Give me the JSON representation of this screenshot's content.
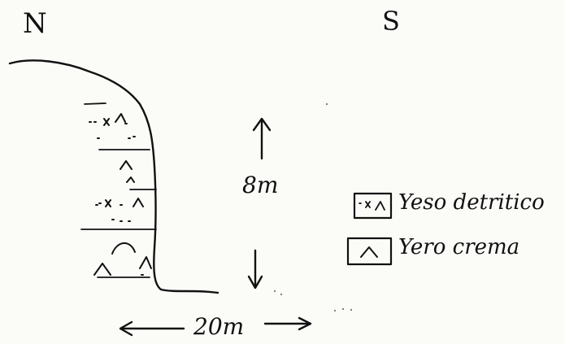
{
  "orientation": {
    "north": "N",
    "south": "S"
  },
  "scale": {
    "height": "8m",
    "width": "20m"
  },
  "legend": [
    {
      "label": "Yeso detritico",
      "symbol": "dotted-cross"
    },
    {
      "label": "Yero crema",
      "symbol": "caret"
    }
  ],
  "colors": {
    "ink": "#111111",
    "paper": "#fbfbf8"
  }
}
